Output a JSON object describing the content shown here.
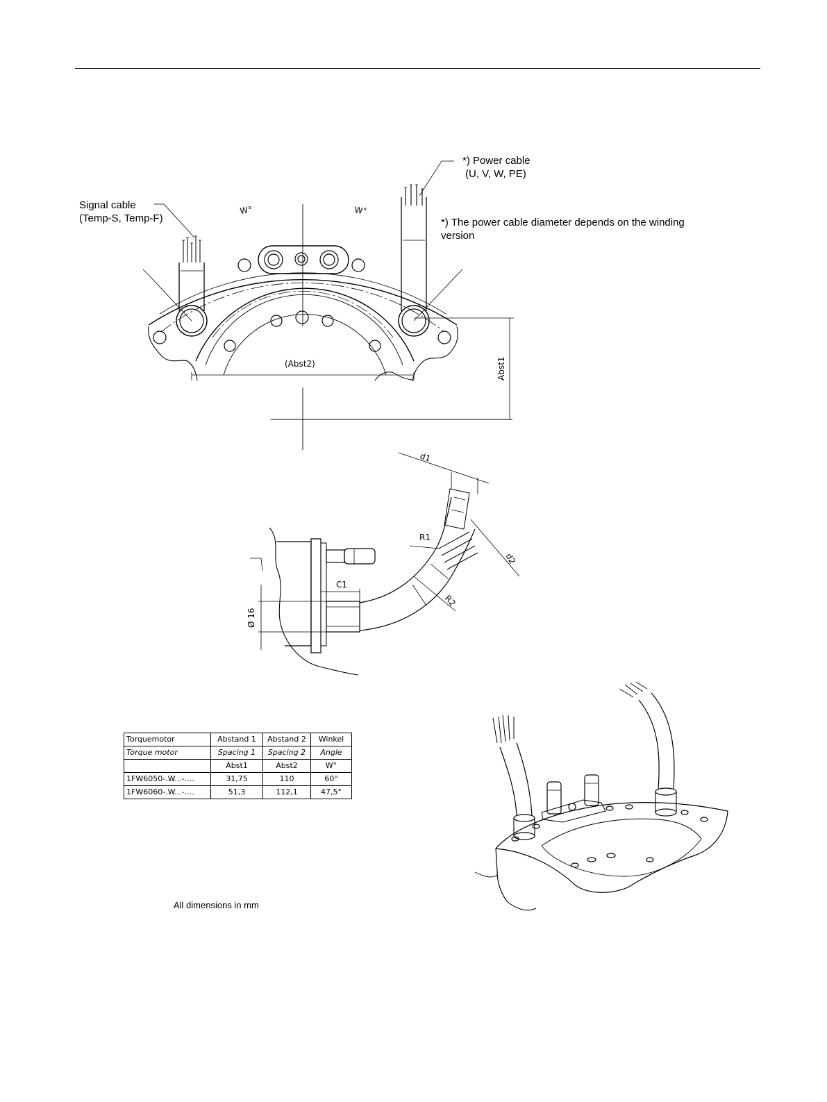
{
  "labels": {
    "signal_cable_line1": "Signal cable",
    "signal_cable_line2": "(Temp-S, Temp-F)",
    "power_cable_line1": "*) Power cable",
    "power_cable_line2": "(U, V, W, PE)",
    "power_note_line1": "*) The power cable diameter depends on the winding",
    "power_note_line2": "version",
    "all_dimensions": "All dimensions in mm"
  },
  "dims": {
    "angle_left": "W°",
    "angle_right": "W°",
    "abst2": "(Abst2)",
    "abst1": "Abst1",
    "d1": "d1",
    "d2": "d2",
    "r1": "R1",
    "r2": "R2",
    "c1": "C1",
    "diameter": "Ø 16"
  },
  "table": {
    "header": [
      "Torquemotor",
      "Abstand 1",
      "Abstand 2",
      "Winkel"
    ],
    "header_en": [
      "Torque motor",
      "Spacing 1",
      "Spacing 2",
      "Angle"
    ],
    "symbols": [
      "",
      "Abst1",
      "Abst2",
      "W°"
    ],
    "rows": [
      [
        "1FW6050-.W...-....",
        "31,75",
        "110",
        "60°"
      ],
      [
        "1FW6060-.W...-....",
        "51,3",
        "112,1",
        "47,5°"
      ]
    ]
  }
}
